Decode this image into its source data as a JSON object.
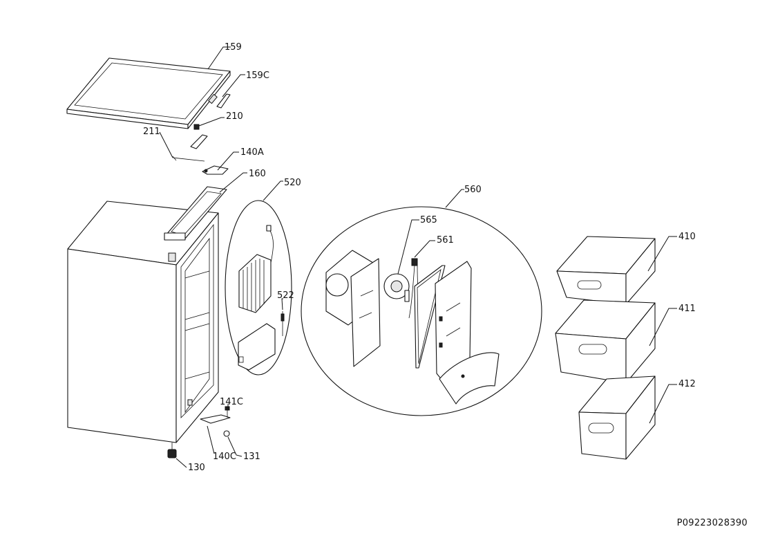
{
  "labels": {
    "p159": "159",
    "p159c": "159C",
    "p210": "210",
    "p211": "211",
    "p140a": "140A",
    "p160": "160",
    "p520": "520",
    "p522": "522",
    "p560": "560",
    "p565": "565",
    "p561": "561",
    "p410": "410",
    "p411": "411",
    "p412": "412",
    "p141c": "141C",
    "p140c": "140C",
    "p131": "131",
    "p130": "130"
  },
  "document_code": "P09223028390"
}
